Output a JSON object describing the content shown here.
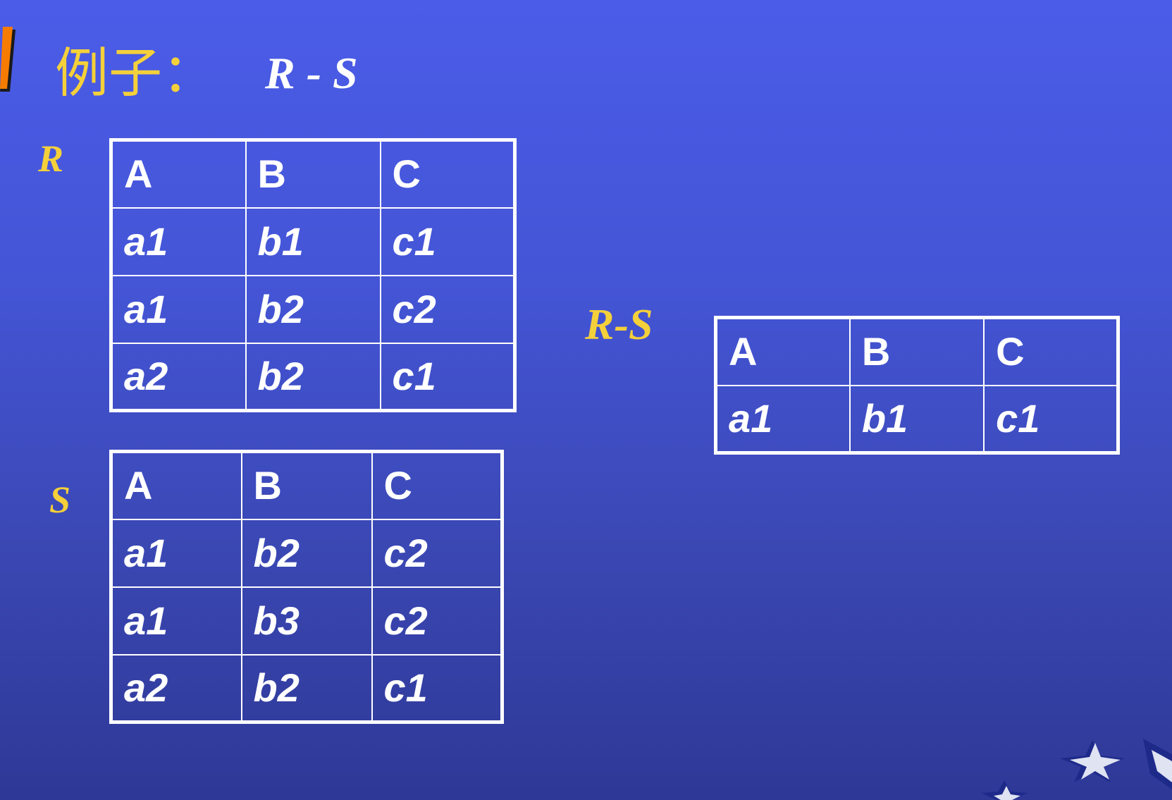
{
  "title": {
    "chinese": "例子：",
    "expression": "R - S"
  },
  "relations": {
    "r": {
      "label": "R",
      "headers": [
        "A",
        "B",
        "C"
      ],
      "rows": [
        [
          "a1",
          "b1",
          "c1"
        ],
        [
          "a1",
          "b2",
          "c2"
        ],
        [
          "a2",
          "b2",
          "c1"
        ]
      ]
    },
    "s": {
      "label": "S",
      "headers": [
        "A",
        "B",
        "C"
      ],
      "rows": [
        [
          "a1",
          "b2",
          "c2"
        ],
        [
          "a1",
          "b3",
          "c2"
        ],
        [
          "a2",
          "b2",
          "c1"
        ]
      ]
    },
    "rs": {
      "label": "R-S",
      "headers": [
        "A",
        "B",
        "C"
      ],
      "rows": [
        [
          "a1",
          "b1",
          "c1"
        ]
      ]
    }
  },
  "colors": {
    "background_top": "#4b5ce8",
    "background_bottom": "#2e3896",
    "accent_yellow": "#f4d03a",
    "text_white": "#ffffff",
    "corner_orange": "#f57c00"
  },
  "icons": [
    "slash-mark-icon",
    "star-icon"
  ]
}
